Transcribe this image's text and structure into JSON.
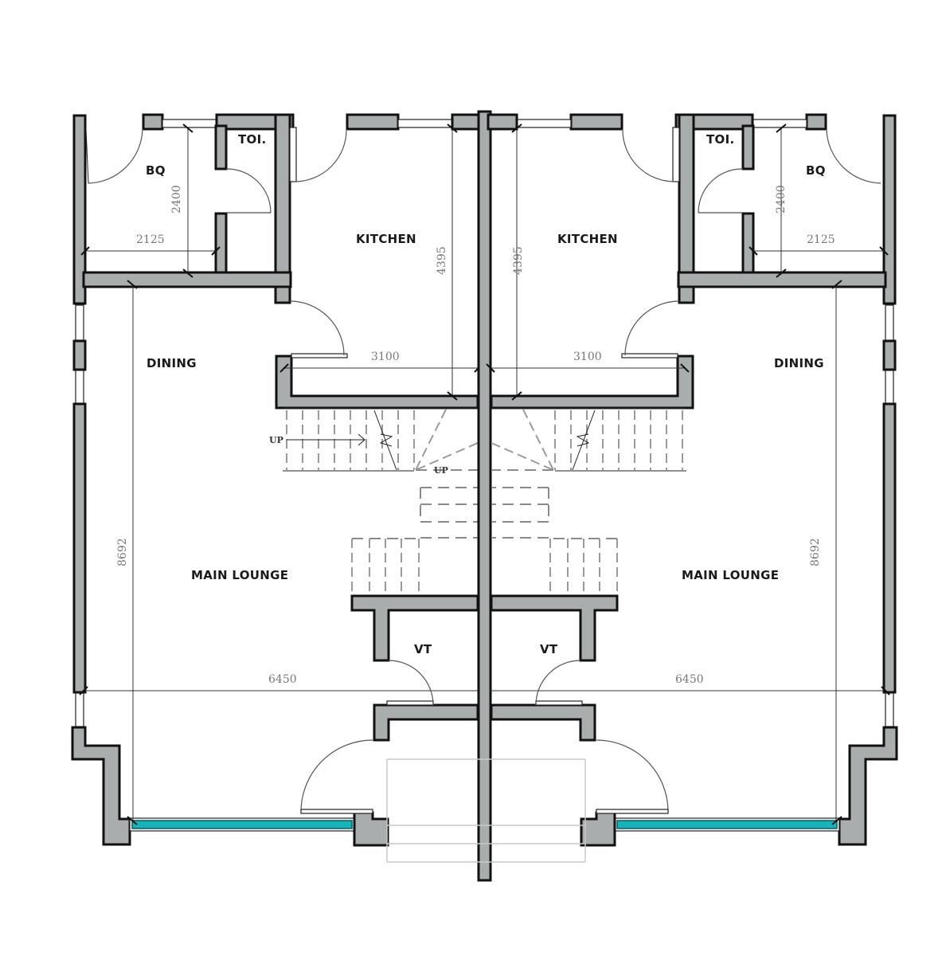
{
  "drawing": {
    "type": "floor_plan",
    "description": "Semi-detached duplex ground floor plan (mirrored units)",
    "colors": {
      "wall_fill": "#a9adad",
      "wall_outline": "#111111",
      "glazing": "#17b3b8",
      "dimension_text": "#777777",
      "room_label": "#1a1a1a"
    }
  },
  "left_unit": {
    "rooms": {
      "bq": "BQ",
      "toilet": "TOI.",
      "kitchen": "KITCHEN",
      "dining": "DINING",
      "main_lounge": "MAIN LOUNGE",
      "vt": "VT"
    },
    "dimensions": {
      "bq_height": "2400",
      "bq_width": "2125",
      "kitchen_height": "4395",
      "kitchen_width": "3100",
      "lounge_height": "8692",
      "lounge_width": "6450"
    },
    "stair": {
      "up_label_1": "UP",
      "up_label_2": "UP"
    }
  },
  "right_unit": {
    "rooms": {
      "bq": "BQ",
      "toilet": "TOI.",
      "kitchen": "KITCHEN",
      "dining": "DINING",
      "main_lounge": "MAIN LOUNGE",
      "vt": "VT"
    },
    "dimensions": {
      "bq_height": "2400",
      "bq_width": "2125",
      "kitchen_height": "4395",
      "kitchen_width": "3100",
      "lounge_height": "8692",
      "lounge_width": "6450"
    }
  }
}
